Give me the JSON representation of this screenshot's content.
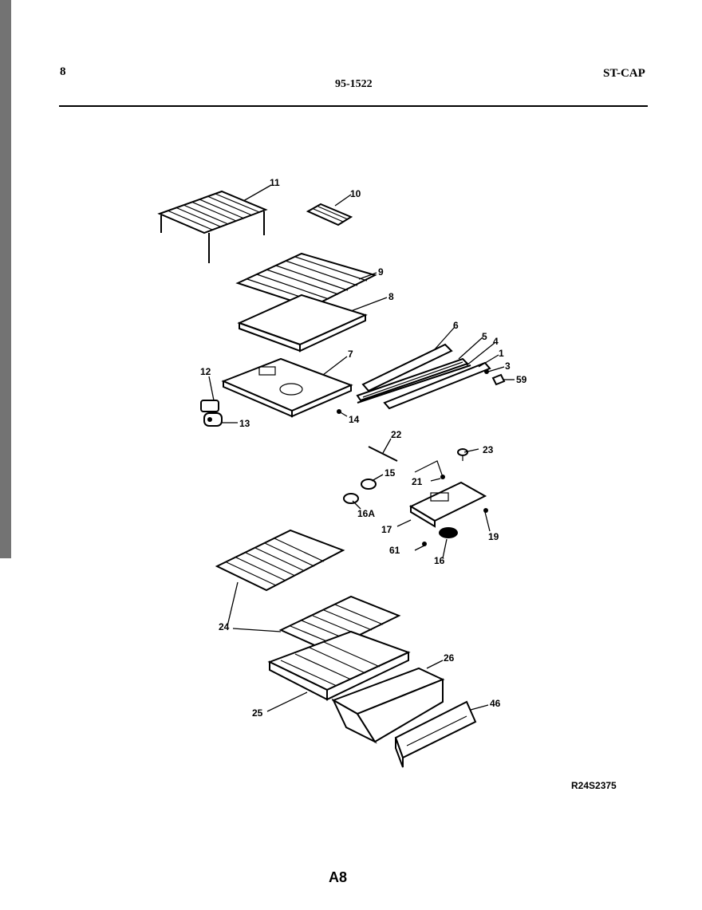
{
  "header": {
    "page_number": "8",
    "model_code": "95-1522",
    "section_code": "ST-CAP"
  },
  "callouts": {
    "c11": "11",
    "c10": "10",
    "c9": "9",
    "c8a": "8",
    "c6": "6",
    "c5": "5",
    "c4": "4",
    "c1": "1",
    "c3": "3",
    "c59": "59",
    "c7": "7",
    "c12": "12",
    "c13": "13",
    "c14": "14",
    "c22": "22",
    "c23": "23",
    "c15": "15",
    "c21": "21",
    "c16A": "16A",
    "c17": "17",
    "c19": "19",
    "c61": "61",
    "c16": "16",
    "c24": "24",
    "c26": "26",
    "c25": "25",
    "c46": "46"
  },
  "footer": {
    "drawing_id": "R24S2375",
    "page_label": "A8"
  }
}
